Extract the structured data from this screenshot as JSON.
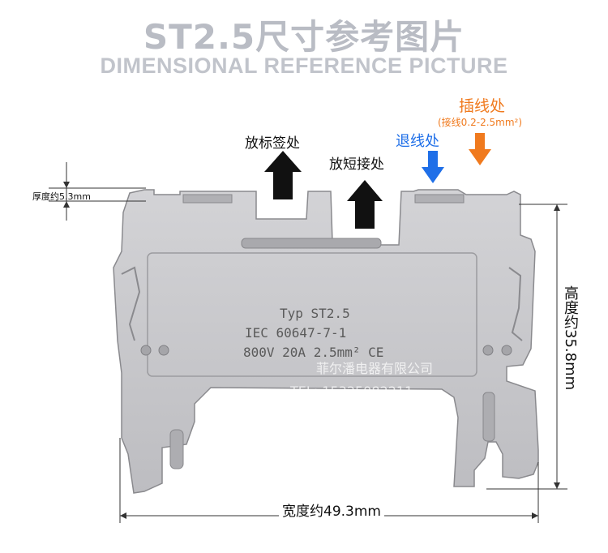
{
  "title": {
    "cn": "ST2.5尺寸参考图片",
    "en": "DIMENSIONAL REFERENCE PICTURE"
  },
  "callouts": {
    "label_area": "放标签处",
    "bridge_area": "放短接处",
    "release": "退线处",
    "insert": "插线处",
    "insert_note": "(接线0.2-2.5mm²)"
  },
  "dimensions": {
    "thickness": "厚度约5.3mm",
    "height": "高度约35.8mm",
    "width": "宽度约49.3mm"
  },
  "part_marking": {
    "line1": "Typ ST2.5",
    "line2": "IEC 60647-7-1",
    "line3": "800V 20A 2.5mm²  CE"
  },
  "watermark": {
    "company": "菲尔潘电器有限公司",
    "tel": "TEL: 15325082211"
  },
  "colors": {
    "arrow_black": "#111111",
    "arrow_blue": "#1f6fe8",
    "arrow_orange": "#f07a1e",
    "part_fill": "#c9c9cc",
    "title_grey": "#b9bcc4"
  }
}
